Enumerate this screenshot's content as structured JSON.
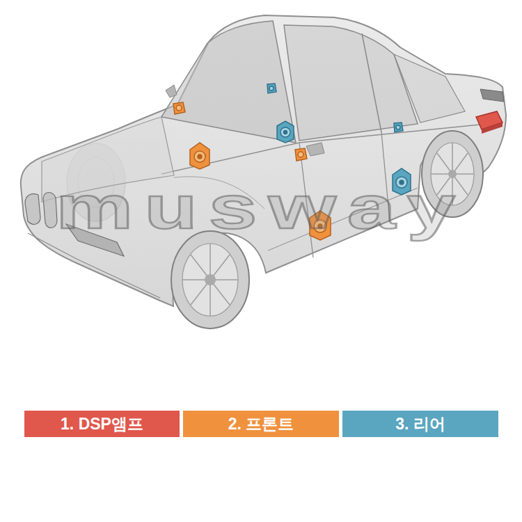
{
  "diagram": {
    "labels": [
      "musway"
    ],
    "legend": [
      {
        "text": "1. DSP앰프",
        "color": "#E0574C"
      },
      {
        "text": "2. 프론트",
        "color": "#F0913D"
      },
      {
        "text": "3. 리어",
        "color": "#5AA5C0"
      }
    ]
  }
}
